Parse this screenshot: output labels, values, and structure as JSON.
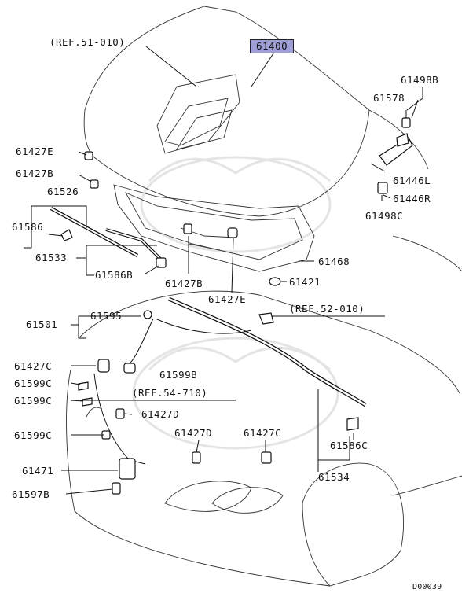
{
  "labels": {
    "ref_51": "(REF.51-010)",
    "p61400": "61400",
    "p61498b": "61498B",
    "p61578": "61578",
    "p61427e_a": "61427E",
    "p61427b_a": "61427B",
    "p61526": "61526",
    "p61586": "61586",
    "p61533": "61533",
    "p61586b": "61586B",
    "p61427b_b": "61427B",
    "p61427e_b": "61427E",
    "p61446l": "61446L",
    "p61446r": "61446R",
    "p61498c": "61498C",
    "p61468": "61468",
    "p61421": "61421",
    "ref_52": "(REF.52-010)",
    "p61501": "61501",
    "p61595": "61595",
    "p61427c_a": "61427C",
    "p61599b": "61599B",
    "p61599c_a": "61599C",
    "ref_54": "(REF.54-710)",
    "p61599c_b": "61599C",
    "p61427d_a": "61427D",
    "p61599c_c": "61599C",
    "p61427d_b": "61427D",
    "p61427c_b": "61427C",
    "p61586c": "61586C",
    "p61471": "61471",
    "p61534": "61534",
    "p61597b": "61597B",
    "diagram_code": "D00039"
  },
  "highlight_color": "#9f9fd8"
}
